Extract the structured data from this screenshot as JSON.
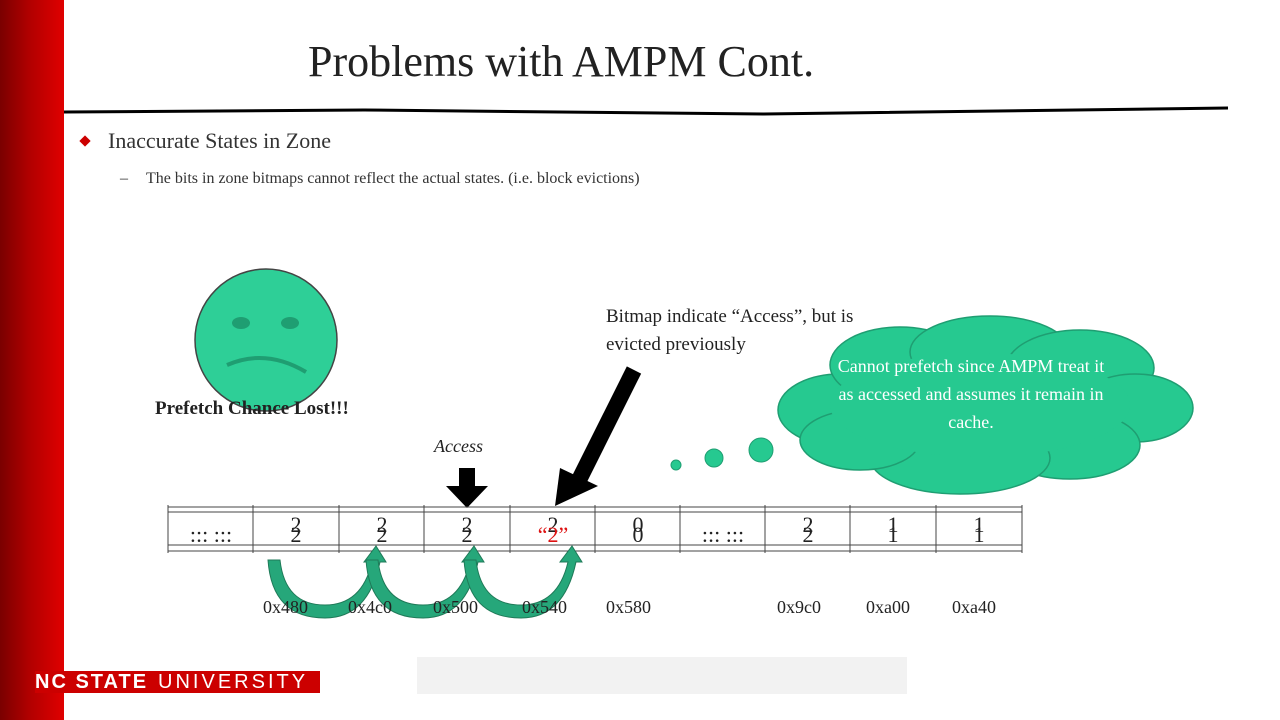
{
  "slide": {
    "title": "Problems with AMPM Cont.",
    "bullet": "Inaccurate States in Zone",
    "sub_dash": "–",
    "sub_bullet": "The bits in zone bitmaps cannot reflect the actual states. (i.e. block evictions)"
  },
  "diagram": {
    "prefetch_lost": "Prefetch Chance Lost!!!",
    "access_label": "Access",
    "bitmap_note": "Bitmap indicate “Access”, but is evicted previously",
    "cloud_text": "Cannot prefetch since AMPM treat it as accessed and assumes it remain in cache.",
    "cells_bottom": [
      "::: :::",
      "2",
      "2",
      "2",
      "“2”",
      "0",
      "::: :::",
      "2",
      "1",
      "1"
    ],
    "cells_top": [
      "",
      "2",
      "2",
      "2",
      "2",
      "0",
      "",
      "2",
      "1",
      "1"
    ],
    "addresses": [
      "0x480",
      "0x4c0",
      "0x500",
      "0x540",
      "0x580",
      "0x9c0",
      "0xa00",
      "0xa40"
    ],
    "face_color": "#2ecf97",
    "cloud_color": "#26c990",
    "arrow_color": "#26a77a",
    "highlight_color": "#dd1111"
  },
  "footer": {
    "logo_nc": "NC STATE",
    "logo_university": "UNIVERSITY",
    "brand_color": "#cc0000"
  }
}
